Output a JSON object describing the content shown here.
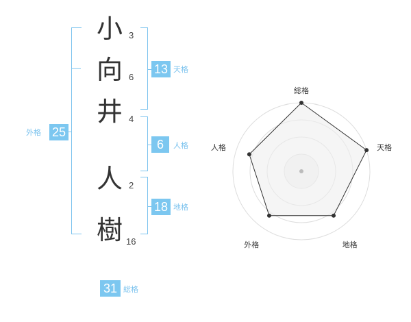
{
  "name_chars": [
    {
      "char": "小",
      "strokes": "3"
    },
    {
      "char": "向",
      "strokes": "6"
    },
    {
      "char": "井",
      "strokes": "4"
    },
    {
      "char": "人",
      "strokes": "2"
    },
    {
      "char": "樹",
      "strokes": "16"
    }
  ],
  "kakusu": {
    "tenkaku": {
      "value": "13",
      "label": "天格"
    },
    "jinkaku": {
      "value": "6",
      "label": "人格"
    },
    "chikaku": {
      "value": "18",
      "label": "地格"
    },
    "gaikaku": {
      "value": "25",
      "label": "外格"
    },
    "soukaku": {
      "value": "31",
      "label": "総格"
    }
  },
  "chart_data": {
    "type": "radar",
    "axes": [
      "総格",
      "天格",
      "地格",
      "外格",
      "人格"
    ],
    "values": [
      1.0,
      1.0,
      0.8,
      0.8,
      0.8
    ],
    "rings": 4,
    "max": 1.0,
    "colors": {
      "line": "#333333",
      "fill": "#eeeeee",
      "ring": "#dddddd",
      "point": "#333333",
      "center": "#bbbbbb"
    }
  }
}
